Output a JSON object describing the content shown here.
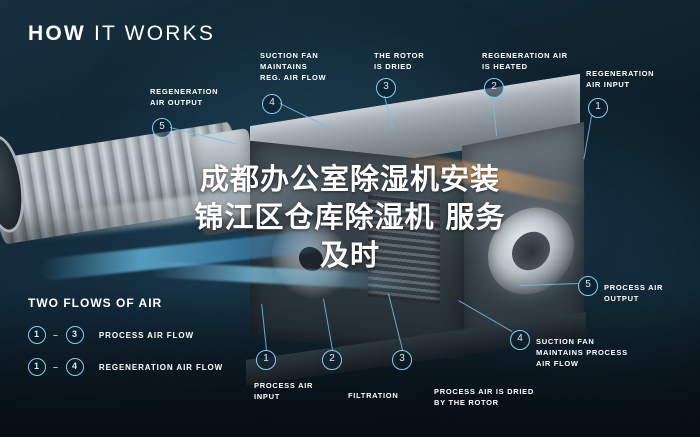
{
  "header": {
    "title_bold": "HOW",
    "title_rest": "IT WORKS"
  },
  "callouts": [
    {
      "id": "5",
      "label": "REGENERATION\nAIR OUTPUT"
    },
    {
      "id": "4",
      "label": "SUCTION FAN\nMAINTAINS\nREG. AIR FLOW"
    },
    {
      "id": "3",
      "label": "THE ROTOR\nIS DRIED"
    },
    {
      "id": "2",
      "label": "REGENERATION AIR\nIS HEATED"
    },
    {
      "id": "1",
      "label": "REGENERATION\nAIR INPUT"
    },
    {
      "id": "1",
      "label": "PROCESS AIR\nINPUT"
    },
    {
      "id": "2",
      "label": "FILTRATION"
    },
    {
      "id": "3",
      "label": "PROCESS AIR IS DRIED\nBY THE ROTOR"
    },
    {
      "id": "4",
      "label": "SUCTION FAN\nMAINTAINS PROCESS\nAIR FLOW"
    },
    {
      "id": "5",
      "label": "PROCESS AIR\nOUTPUT"
    }
  ],
  "legend": {
    "title": "TWO FLOWS OF AIR",
    "rows": [
      {
        "from": "1",
        "dash": "–",
        "to": "3",
        "label": "PROCESS AIR FLOW"
      },
      {
        "from": "1",
        "dash": "–",
        "to": "4",
        "label": "REGENERATION AIR FLOW"
      }
    ]
  },
  "overlay": {
    "line1": "成都办公室除湿机安装",
    "line2": "锦江区仓库除湿机 服务",
    "line3": "及时"
  },
  "colors": {
    "accent": "#7fd2f2",
    "process_flow": "#6cc4ec",
    "regen_flow": "#f7a85a",
    "background": "#0d1b24"
  }
}
